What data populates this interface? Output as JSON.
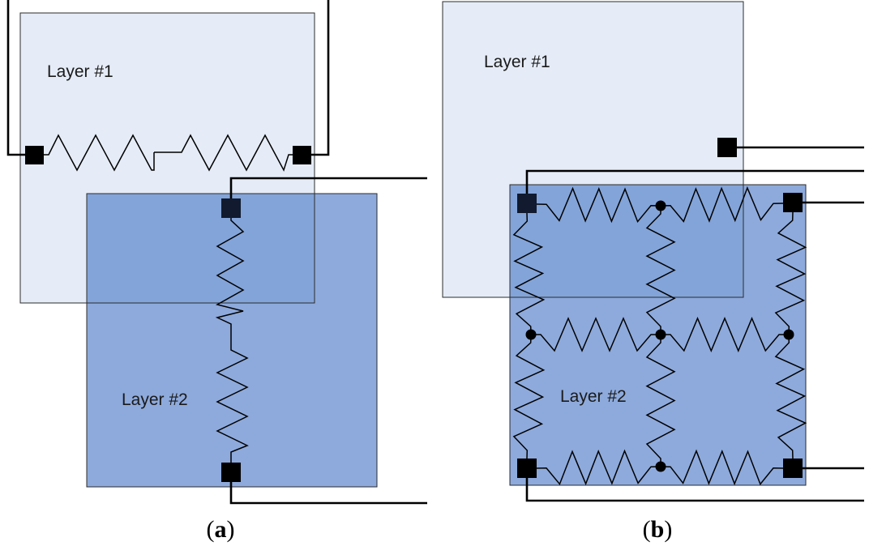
{
  "panels": [
    {
      "id": "a",
      "caption": {
        "open": "(",
        "letter": "a",
        "close": ")"
      },
      "layers": [
        {
          "label": "Layer #1",
          "fill": "#cfdcf0"
        },
        {
          "label": "Layer #2",
          "fill": "#8eaadc"
        }
      ]
    },
    {
      "id": "b",
      "caption": {
        "open": "(",
        "letter": "b",
        "close": ")"
      },
      "layers": [
        {
          "label": "Layer #1",
          "fill": "#cfdcf0"
        },
        {
          "label": "Layer #2",
          "fill": "#8eaadc"
        }
      ]
    }
  ],
  "colors": {
    "layer1_fill": "#cfdcf0",
    "layer2_fill": "#8eaadc",
    "overlap_fill": "#7a9dd6",
    "terminal_fill": "#000000",
    "terminal_dark_fill": "#111a2e",
    "wire": "#000000"
  }
}
